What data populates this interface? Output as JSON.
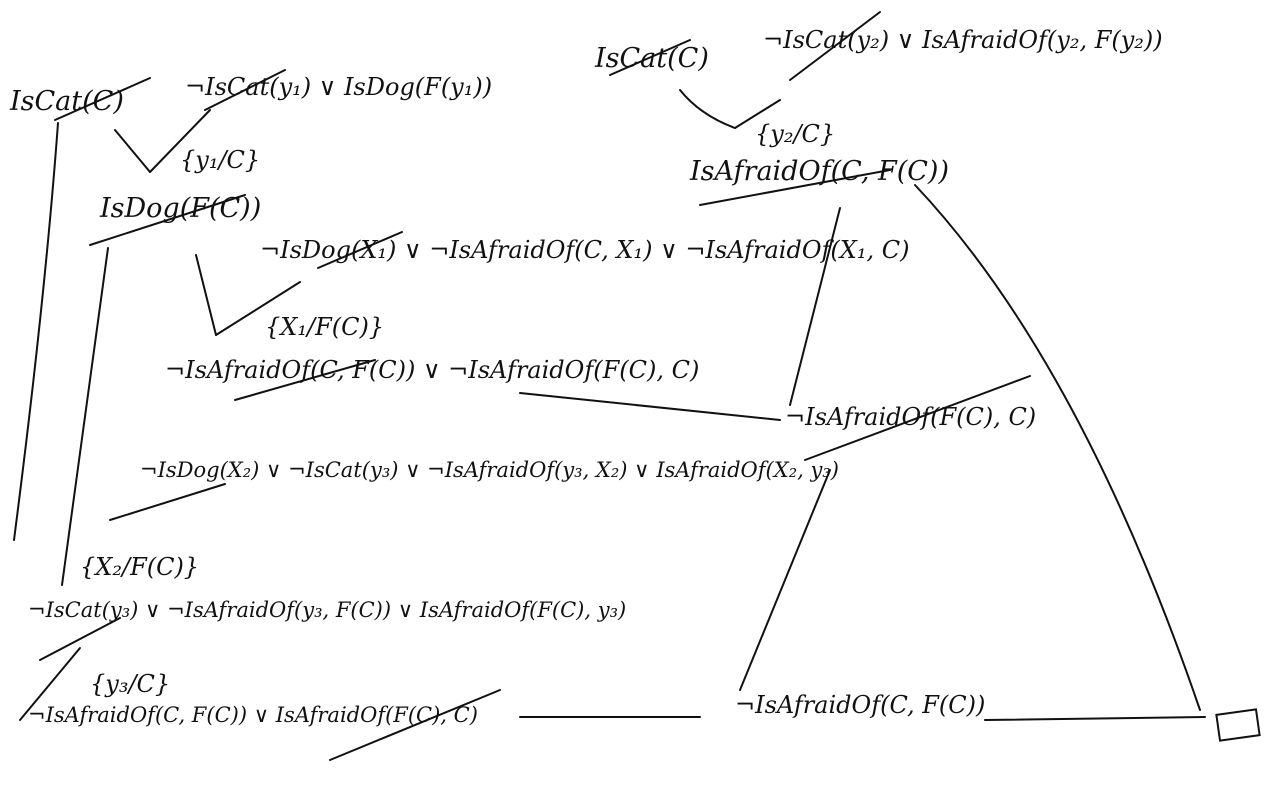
{
  "ink_color": "#111111",
  "clauses": {
    "is_cat_c": "IsCat(C)",
    "not_cat_or_dog": "¬IsCat(y₁) ∨ IsDog(F(y₁))",
    "is_dog_fc": "IsDog(F(C))",
    "not_dog_not_afraid_not_afraid": "¬IsDog(X₁) ∨ ¬IsAfraidOf(C, X₁) ∨ ¬IsAfraidOf(X₁, C)",
    "not_afraid_c_fc_or_not_afraid_fc_c": "¬IsAfraidOf(C, F(C)) ∨ ¬IsAfraidOf(F(C), C)",
    "is_cat_c_right": "IsCat(C)",
    "not_cat_or_afraid": "¬IsCat(y₂) ∨ IsAfraidOf(y₂, F(y₂))",
    "is_afraid_c_fc": "IsAfraidOf(C, F(C))",
    "not_afraid_fc_c": "¬IsAfraidOf(F(C), C)",
    "long_clause": "¬IsDog(X₂) ∨ ¬IsCat(y₃) ∨ ¬IsAfraidOf(y₃, X₂) ∨ IsAfraidOf(X₂, y₃)",
    "not_cat_y3_clause": "¬IsCat(y₃) ∨ ¬IsAfraidOf(y₃, F(C)) ∨ IsAfraidOf(F(C), y₃)",
    "bottom_clause": "¬IsAfraidOf(C, F(C)) ∨ IsAfraidOf(F(C), C)",
    "not_afraid_c_fc_bottom": "¬IsAfraidOf(C, F(C))"
  },
  "substitutions": {
    "y1": "{y₁/C}",
    "y2": "{y₂/C}",
    "x1": "{X₁/F(C)}",
    "x2": "{X₂/F(C)}",
    "y3": "{y₃/C}"
  },
  "empty_clause": "□"
}
